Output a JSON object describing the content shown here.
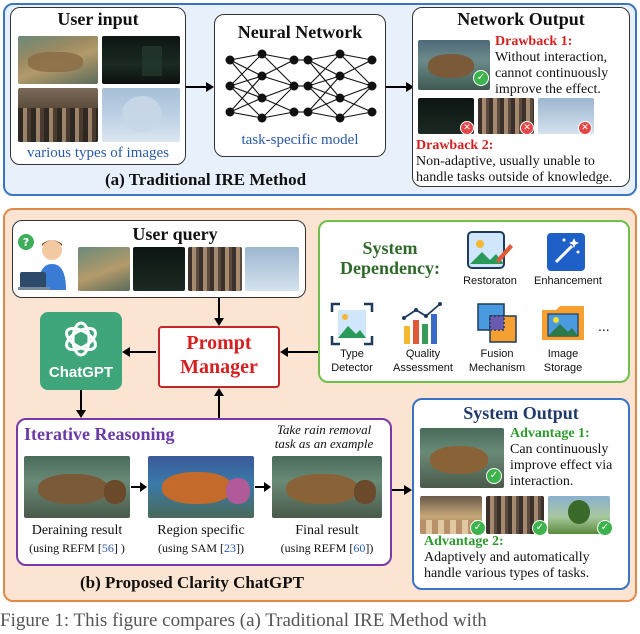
{
  "top": {
    "user_input_title": "User input",
    "user_input_caption": "various types of images",
    "nn_title": "Neural Network",
    "nn_caption": "task-specific model",
    "output_title": "Network Output",
    "drawback1_title": "Drawback 1:",
    "drawback1_line1": "Without interaction,",
    "drawback1_line2": "cannot continuously",
    "drawback1_line3": "improve the effect.",
    "drawback2_title": "Drawback 2:",
    "drawback2_line1": "Non-adaptive, usually unable to",
    "drawback2_line2": "handle tasks outside of knowledge.",
    "caption": "(a) Traditional IRE Method"
  },
  "bottom": {
    "user_query_title": "User query",
    "system_dep_line1": "System",
    "system_dep_line2": "Dependency:",
    "tools": [
      {
        "label": "Restoraton"
      },
      {
        "label": "Enhancement"
      },
      {
        "label": "Type",
        "label2": "Detector"
      },
      {
        "label": "Quality",
        "label2": "Assessment"
      },
      {
        "label": "Fusion",
        "label2": "Mechanism"
      },
      {
        "label": "Image",
        "label2": "Storage"
      }
    ],
    "ellipsis": "...",
    "chatgpt_label": "ChatGPT",
    "prompt_line1": "Prompt",
    "prompt_line2": "Manager",
    "iter_title": "Iterative Reasoning",
    "example_line1": "Take rain removal",
    "example_line2": "task as an example",
    "results": [
      {
        "label": "Deraining result",
        "sub_pre": "(using REFM [",
        "ref": "56",
        "sub_post": "] )"
      },
      {
        "label": "Region specific",
        "sub_pre": "(using SAM [",
        "ref": "23",
        "sub_post": "])"
      },
      {
        "label": "Final result",
        "sub_pre": "(using REFM [",
        "ref": "60",
        "sub_post": "])"
      }
    ],
    "sys_out_title": "System Output",
    "adv1_title": "Advantage 1:",
    "adv1_line1": "Can continuously",
    "adv1_line2": "improve effect via",
    "adv1_line3": "interaction.",
    "adv2_title": "Advantage 2:",
    "adv2_line1": "Adaptively and automatically",
    "adv2_line2": "handle various types of tasks.",
    "caption": "(b) Proposed  Clarity ChatGPT"
  },
  "figure_caption": "Figure 1: This figure compares (a) Traditional IRE Method with",
  "colors": {
    "blue_panel_border": "#3a74c4",
    "blue_panel_fill": "#e8f0fb",
    "orange_panel_border": "#e08a4a",
    "orange_panel_fill": "#fbe4d2",
    "green_box_border": "#6fbf4a",
    "purple_box_border": "#7a3aa8",
    "prompt_border": "#c32828",
    "chatgpt_fill": "#3fa57a"
  }
}
